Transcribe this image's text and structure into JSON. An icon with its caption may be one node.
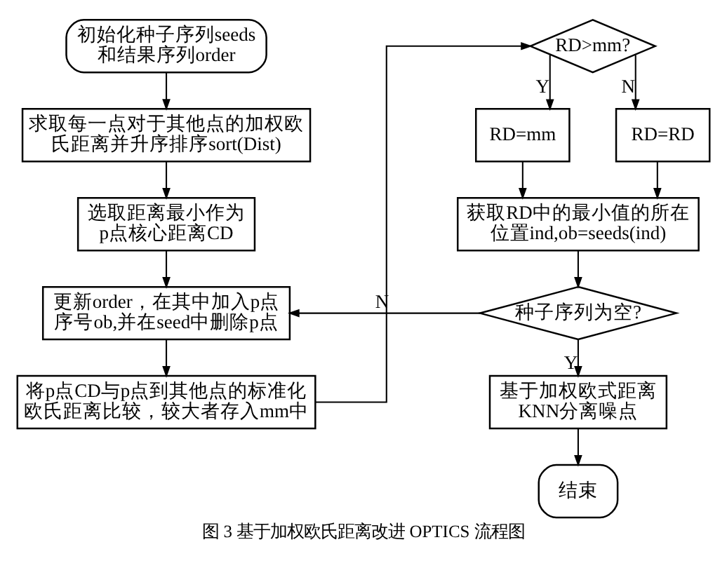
{
  "diagram": {
    "caption": "图 3 基于加权欧氏距离改进 OPTICS 流程图",
    "nodes": [
      {
        "text": [
          "初始化种子序列seeds和结果序列order"
        ]
      },
      {
        "text": [
          "求取每一点对于其他点的加权欧氏距离并升序排序sort(Dist)"
        ]
      },
      {
        "text": [
          "选取距离最小作为p点核心距离CD"
        ]
      },
      {
        "text": [
          "更新order，在其中加入p点序号ob,并在seed中删除p点"
        ]
      },
      {
        "text": [
          "将p点CD与p点到其他点的标准化欧氏距离比较，较大者存入mm中"
        ]
      },
      {
        "text": [
          "RD>mm?"
        ]
      },
      {
        "text": [
          "RD=mm"
        ]
      },
      {
        "text": [
          "RD=RD"
        ]
      },
      {
        "text": [
          "获取RD中的最小值的所在位置ind,ob=seeds(ind)"
        ]
      },
      {
        "text": [
          "种子序列为空?"
        ]
      },
      {
        "text": [
          "基于加权欧式距离KNN分离噪点"
        ]
      },
      {
        "text": [
          "结束"
        ]
      }
    ],
    "edges": [
      {
        "from": 0,
        "to": 1,
        "arrow": "to"
      },
      {
        "from": 1,
        "to": 2,
        "arrow": "to"
      },
      {
        "from": 2,
        "to": 3,
        "arrow": "to"
      },
      {
        "from": 3,
        "to": 4,
        "arrow": "to"
      },
      {
        "from": 4,
        "to": 5,
        "arrow": "to"
      },
      {
        "from": 5,
        "to": 6,
        "arrow": "to",
        "label": "Y"
      },
      {
        "from": 5,
        "to": 7,
        "arrow": "to",
        "label": "N"
      },
      {
        "from": 6,
        "to": 8,
        "arrow": "to"
      },
      {
        "from": 7,
        "to": 8,
        "arrow": "to"
      },
      {
        "from": 8,
        "to": 9,
        "arrow": "to"
      },
      {
        "from": 9,
        "to": 10,
        "arrow": "to",
        "label": "Y"
      },
      {
        "from": 10,
        "to": 11,
        "arrow": "to"
      },
      {
        "from": 9,
        "to": 3,
        "arrow": "to",
        "label": "N"
      }
    ]
  }
}
